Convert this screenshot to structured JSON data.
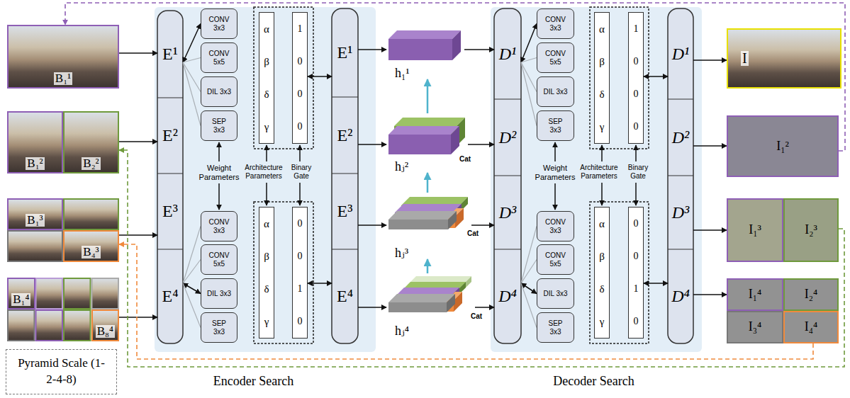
{
  "diagram": {
    "nodes": [
      {
        "text": [
          "B₁¹"
        ]
      },
      {
        "text": [
          "B₁²"
        ]
      },
      {
        "text": [
          "B₂²"
        ]
      },
      {
        "text": [
          "B₁³"
        ]
      },
      {
        "text": [
          "B₄³"
        ]
      },
      {
        "text": [
          "B₁⁴"
        ]
      },
      {
        "text": [
          "B₈⁴"
        ]
      },
      {
        "text": [
          "Pyramid Scale (1-2-4-8)"
        ]
      },
      {
        "text": [
          "E¹"
        ]
      },
      {
        "text": [
          "E²"
        ]
      },
      {
        "text": [
          "E³"
        ]
      },
      {
        "text": [
          "E⁴"
        ]
      },
      {
        "text": [
          "CONV 3x3"
        ]
      },
      {
        "text": [
          "CONV 5x5"
        ]
      },
      {
        "text": [
          "DIL 3x3"
        ]
      },
      {
        "text": [
          "SEP 3x3"
        ]
      },
      {
        "text": [
          "CONV 3x3"
        ]
      },
      {
        "text": [
          "CONV 5x5"
        ]
      },
      {
        "text": [
          "DIL 3x3"
        ]
      },
      {
        "text": [
          "SEP 3x3"
        ]
      },
      {
        "text": [
          "α",
          "β",
          "δ",
          "γ"
        ]
      },
      {
        "text": [
          "1",
          "0",
          "0",
          "0"
        ]
      },
      {
        "text": [
          "α",
          "β",
          "δ",
          "γ"
        ]
      },
      {
        "text": [
          "0",
          "0",
          "1",
          "0"
        ]
      },
      {
        "text": [
          "E¹"
        ]
      },
      {
        "text": [
          "E²"
        ]
      },
      {
        "text": [
          "E³"
        ]
      },
      {
        "text": [
          "E⁴"
        ]
      },
      {
        "text": [
          "h₁¹"
        ]
      },
      {
        "text": [
          "hⱼ²"
        ]
      },
      {
        "text": [
          "hⱼ³"
        ]
      },
      {
        "text": [
          "hⱼ⁴"
        ]
      },
      {
        "text": [
          "D¹"
        ]
      },
      {
        "text": [
          "D²"
        ]
      },
      {
        "text": [
          "D³"
        ]
      },
      {
        "text": [
          "D⁴"
        ]
      },
      {
        "text": [
          "CONV 3x3"
        ]
      },
      {
        "text": [
          "CONV 5x5"
        ]
      },
      {
        "text": [
          "DIL 3x3"
        ]
      },
      {
        "text": [
          "SEP 3x3"
        ]
      },
      {
        "text": [
          "CONV 3x3"
        ]
      },
      {
        "text": [
          "CONV 5x5"
        ]
      },
      {
        "text": [
          "DIL 3x3"
        ]
      },
      {
        "text": [
          "SEP 3x3"
        ]
      },
      {
        "text": [
          "α",
          "β",
          "δ",
          "γ"
        ]
      },
      {
        "text": [
          "1",
          "0",
          "0",
          "0"
        ]
      },
      {
        "text": [
          "α",
          "β",
          "δ",
          "γ"
        ]
      },
      {
        "text": [
          "0",
          "0",
          "1",
          "0"
        ]
      },
      {
        "text": [
          "D¹"
        ]
      },
      {
        "text": [
          "D²"
        ]
      },
      {
        "text": [
          "D³"
        ]
      },
      {
        "text": [
          "D⁴"
        ]
      },
      {
        "text": [
          "I"
        ]
      },
      {
        "text": [
          "I₁²"
        ]
      },
      {
        "text": [
          "I₁³"
        ]
      },
      {
        "text": [
          "I₂³"
        ]
      },
      {
        "text": [
          "I₁⁴"
        ]
      },
      {
        "text": [
          "I₂⁴"
        ]
      },
      {
        "text": [
          "I₃⁴"
        ]
      },
      {
        "text": [
          "I₄⁴"
        ]
      }
    ],
    "edges": [
      {
        "from": 0,
        "to": 8,
        "arrow": "to"
      },
      {
        "from": 2,
        "to": 9,
        "arrow": "to"
      },
      {
        "from": 4,
        "to": 10,
        "arrow": "to"
      },
      {
        "from": 6,
        "to": 11,
        "arrow": "to"
      },
      {
        "from": 8,
        "to": 12,
        "arrow": "both"
      },
      {
        "from": 8,
        "to": 13,
        "arrow": "none"
      },
      {
        "from": 8,
        "to": 14,
        "arrow": "none"
      },
      {
        "from": 8,
        "to": 15,
        "arrow": "none"
      },
      {
        "from": 11,
        "to": 16,
        "arrow": "none"
      },
      {
        "from": 11,
        "to": 17,
        "arrow": "none"
      },
      {
        "from": 11,
        "to": 18,
        "arrow": "both"
      },
      {
        "from": 11,
        "to": 19,
        "arrow": "none"
      },
      {
        "from": 21,
        "to": 24,
        "arrow": "both"
      },
      {
        "from": 23,
        "to": 27,
        "arrow": "both"
      },
      {
        "from": 24,
        "to": 28,
        "arrow": "to"
      },
      {
        "from": 25,
        "to": 29,
        "arrow": "to"
      },
      {
        "from": 26,
        "to": 30,
        "arrow": "to"
      },
      {
        "from": 27,
        "to": 31,
        "arrow": "to"
      },
      {
        "from": 31,
        "to": 30,
        "arrow": "to"
      },
      {
        "from": 30,
        "to": 29,
        "arrow": "to"
      },
      {
        "from": 29,
        "to": 28,
        "arrow": "to"
      },
      {
        "from": 28,
        "to": 32,
        "arrow": "to"
      },
      {
        "from": 29,
        "to": 33,
        "arrow": "to"
      },
      {
        "from": 30,
        "to": 34,
        "arrow": "to"
      },
      {
        "from": 31,
        "to": 35,
        "arrow": "to"
      },
      {
        "from": 32,
        "to": 36,
        "arrow": "both"
      },
      {
        "from": 32,
        "to": 37,
        "arrow": "none"
      },
      {
        "from": 32,
        "to": 38,
        "arrow": "none"
      },
      {
        "from": 32,
        "to": 39,
        "arrow": "none"
      },
      {
        "from": 35,
        "to": 40,
        "arrow": "none"
      },
      {
        "from": 35,
        "to": 41,
        "arrow": "none"
      },
      {
        "from": 35,
        "to": 42,
        "arrow": "both"
      },
      {
        "from": 35,
        "to": 43,
        "arrow": "none"
      },
      {
        "from": 45,
        "to": 48,
        "arrow": "both"
      },
      {
        "from": 47,
        "to": 51,
        "arrow": "both"
      },
      {
        "from": 48,
        "to": 52,
        "arrow": "to"
      },
      {
        "from": 49,
        "to": 53,
        "arrow": "to"
      },
      {
        "from": 50,
        "to": 54,
        "arrow": "to"
      },
      {
        "from": 51,
        "to": 56,
        "arrow": "to"
      },
      {
        "from": 53,
        "to": 0,
        "arrow": "to"
      },
      {
        "from": 55,
        "to": 2,
        "arrow": "to"
      },
      {
        "from": 59,
        "to": 4,
        "arrow": "to"
      }
    ],
    "labels": [
      "Weight Parameters",
      "Architecture Parameters",
      "Binary Gate",
      "Cat",
      "Cat",
      "Cat",
      "Weight Parameters",
      "Architecture Parameters",
      "Binary Gate",
      "Encoder Search",
      "Decoder Search"
    ]
  }
}
